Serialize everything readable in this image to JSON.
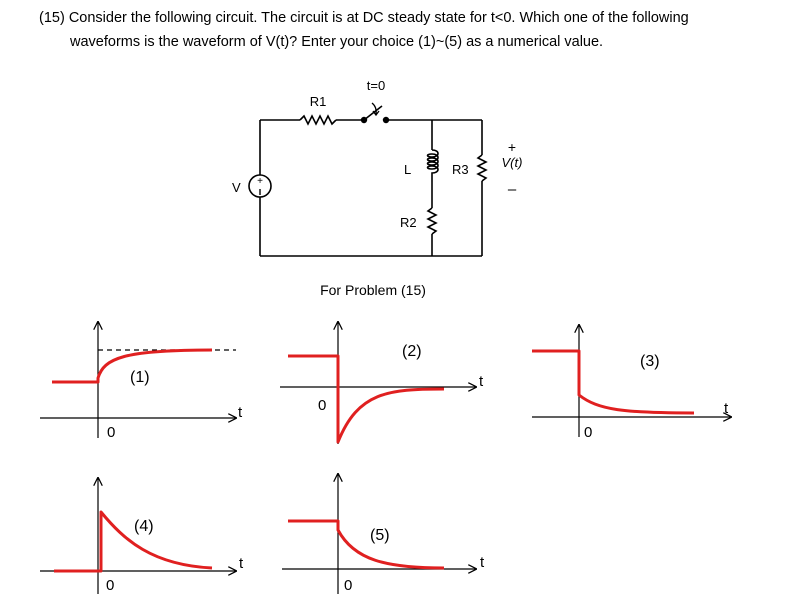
{
  "question": {
    "line1": "(15) Consider the following circuit. The circuit is at DC steady state for t<0.   Which one of the following",
    "line2": "waveforms is the waveform of V(t)? Enter your choice (1)~(5) as a numerical value."
  },
  "circuit": {
    "switch_label": "t=0",
    "r1_label": "R1",
    "source_label": "V",
    "inductor_label": "L",
    "r2_label": "R2",
    "r3_label": "R3",
    "vt_label": "V(t)",
    "plus_sign": "+",
    "minus_sign": "–",
    "caption": "For Problem  (15)"
  },
  "waveforms": {
    "w1": {
      "label": "(1)",
      "zero": "0",
      "t": "t"
    },
    "w2": {
      "label": "(2)",
      "zero": "0",
      "t": "t"
    },
    "w3": {
      "label": "(3)",
      "zero": "0",
      "t": "t"
    },
    "w4": {
      "label": "(4)",
      "zero": "0",
      "t": "t"
    },
    "w5": {
      "label": "(5)",
      "zero": "0",
      "t": "t"
    }
  },
  "colors": {
    "waveform": "#e02020",
    "line": "#000000"
  }
}
